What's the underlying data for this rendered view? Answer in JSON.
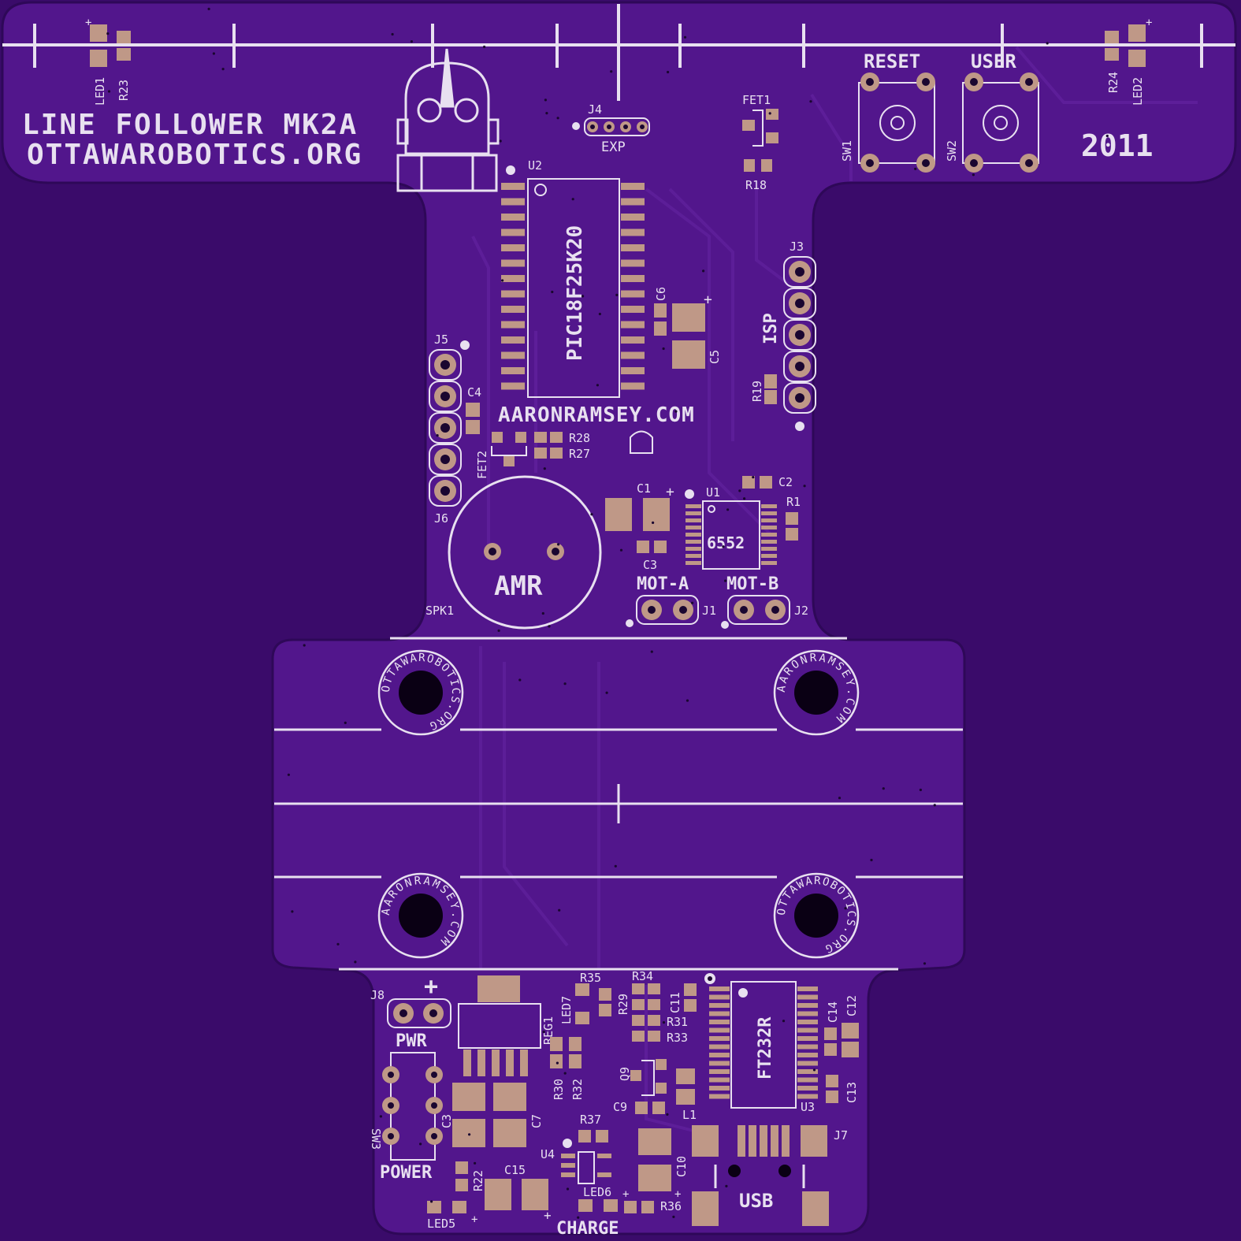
{
  "colors": {
    "background": "#3a0b6a",
    "board": "#52168c",
    "board_edge": "#2e0858",
    "silkscreen": "#e8e0f0",
    "copper_pad": "#bf9887",
    "drill": "#1a0630"
  },
  "titles": {
    "line1": "LINE FOLLOWER MK2A",
    "line2": "OTTAWAROBOTICS.ORG",
    "year": "2011",
    "site2": "AARONRAMSEY.COM"
  },
  "buttons": {
    "reset": "RESET",
    "user": "USER",
    "sw1": "SW1",
    "sw2": "SW2"
  },
  "top_parts": {
    "led1": "LED1",
    "r23": "R23",
    "r24": "R24",
    "led2": "LED2",
    "j4": "J4",
    "exp": "EXP",
    "fet1": "FET1",
    "r18": "R18",
    "plus": "+"
  },
  "mcu": {
    "ref": "U2",
    "part": "PIC18F25K20"
  },
  "mid_parts": {
    "c6": "C6",
    "c5": "C5",
    "j3": "J3",
    "isp": "ISP",
    "r19": "R19",
    "j5": "J5",
    "j6": "J6",
    "c4": "C4",
    "fet2": "FET2",
    "r28": "R28",
    "r27": "R27",
    "c1": "C1",
    "u1": "U1",
    "c2": "C2",
    "r1": "R1",
    "c3": "C3",
    "driver": "6552",
    "mota": "MOT-A",
    "motb": "MOT-B",
    "j1": "J1",
    "j2": "J2",
    "spk": "SPK1",
    "amr": "AMR"
  },
  "rings": {
    "org": "OTTAWAROBOTICS.ORG",
    "com": "AARONRAMSEY.COM"
  },
  "bottom_parts": {
    "j8": "J8",
    "plus": "+",
    "pwr": "PWR",
    "reg": "REG1",
    "led7": "LED7",
    "r35": "R35",
    "r34": "R34",
    "r29": "R29",
    "c11": "C11",
    "r31": "R31",
    "r33": "R33",
    "r30": "R30",
    "r32": "R32",
    "q9": "Q9",
    "l1": "L1",
    "c9": "C9",
    "ftdi": "FT232R",
    "u3": "U3",
    "c14": "C14",
    "c12": "C12",
    "c13": "C13",
    "c3b": "C3",
    "c7": "C7",
    "sw3": "SW3",
    "power": "POWER",
    "r22": "R22",
    "c15": "C15",
    "u4": "U4",
    "r37": "R37",
    "led6": "LED6",
    "c10": "C10",
    "r36": "R36",
    "j7": "J7",
    "usb": "USB",
    "led5": "LED5",
    "charge": "CHARGE"
  }
}
